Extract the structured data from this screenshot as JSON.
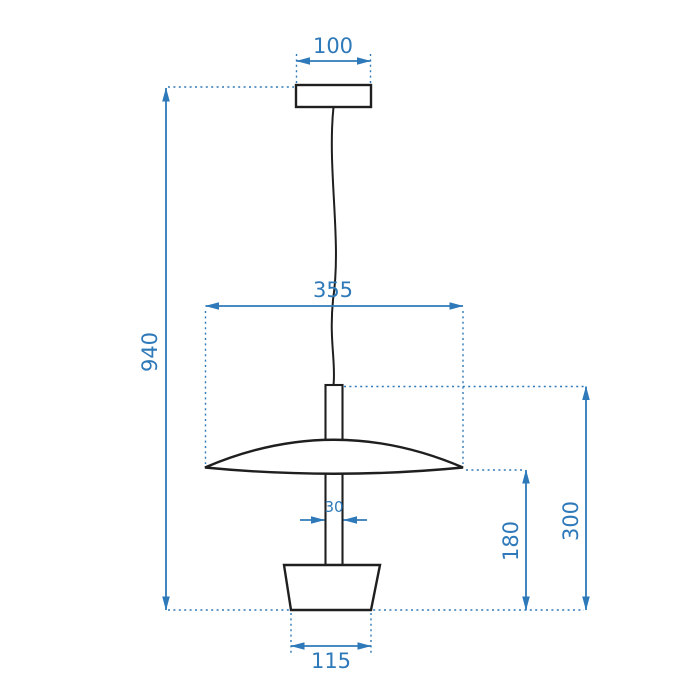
{
  "dimensions": {
    "canopy_width": "100",
    "total_height": "940",
    "shade_diameter": "355",
    "fixture_height": "300",
    "shade_to_bottom": "180",
    "rod_width": "30",
    "base_width": "115"
  },
  "colors": {
    "dimension_blue": "#2e79b9",
    "drawing_black": "#1f1f1f",
    "background": "#ffffff"
  }
}
